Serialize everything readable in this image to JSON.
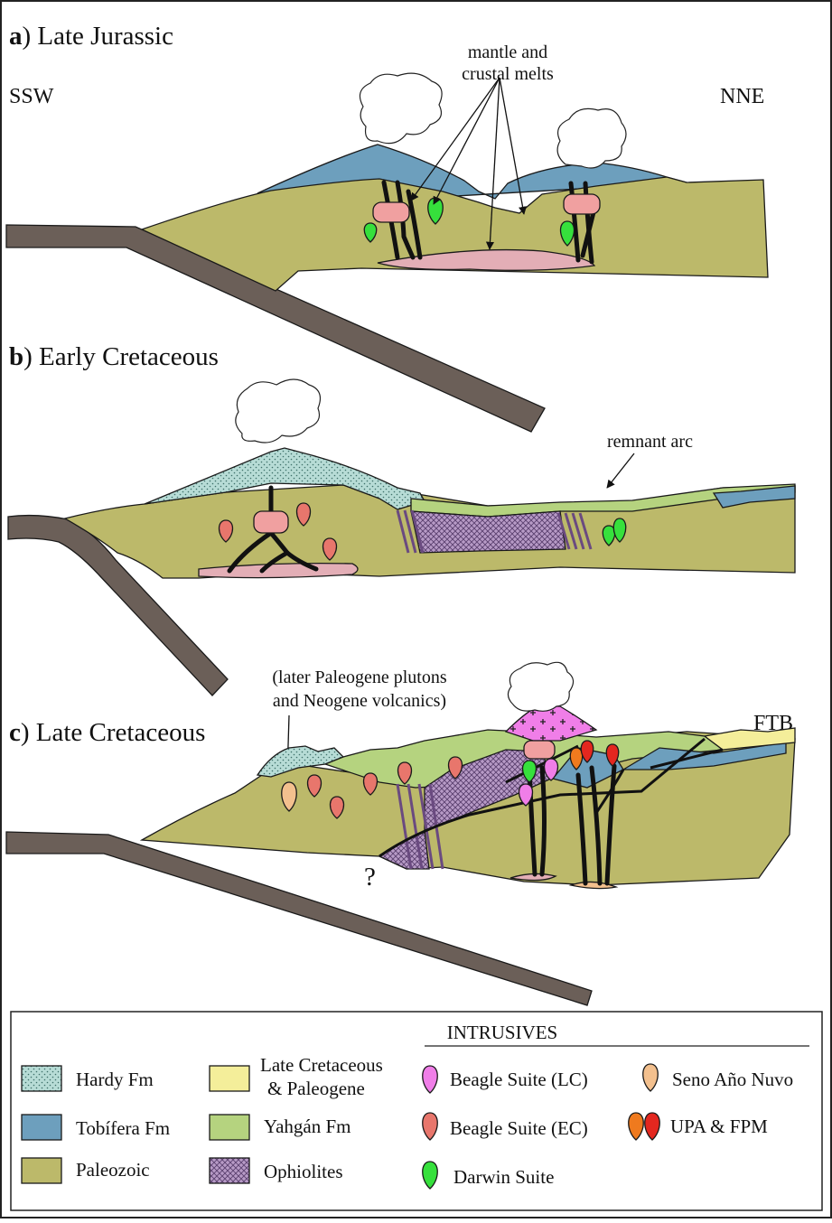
{
  "panels": {
    "a": {
      "letter": "a",
      "title": ") Late Jurassic",
      "left_dir": "SSW",
      "right_dir": "NNE",
      "note_line1": "mantle and",
      "note_line2": "crustal melts"
    },
    "b": {
      "letter": "b",
      "title": ") Early Cretaceous",
      "note": "remnant arc"
    },
    "c": {
      "letter": "c",
      "title": ") Late Cretaceous",
      "note_line1": "(later Paleogene plutons",
      "note_line2": "and Neogene volcanics)",
      "right_label": "FTB",
      "question": "?"
    }
  },
  "legend": {
    "intrusives_header": "INTRUSIVES",
    "units": [
      {
        "label": "Hardy Fm",
        "color": "#b7dcd6"
      },
      {
        "label": "Tobífera Fm",
        "color": "#6d9fbd"
      },
      {
        "label": "Paleozoic",
        "color": "#bcb96a"
      },
      {
        "label_line1": "Late Cretaceous",
        "label_line2": "& Paleogene",
        "color": "#f4ee9a"
      },
      {
        "label": "Yahgán Fm",
        "color": "#b5d37f"
      },
      {
        "label": "Ophiolites",
        "color": "#b79ac6"
      }
    ],
    "intrusives": [
      {
        "label": "Beagle Suite (LC)",
        "color": "#f07ee8"
      },
      {
        "label": "Beagle Suite (EC)",
        "color": "#e8766c"
      },
      {
        "label": "Darwin Suite",
        "color": "#36e03c"
      },
      {
        "label": "Seno Año Nuvo",
        "color": "#f3c08e"
      },
      {
        "label": "UPA & FPM",
        "colors": [
          "#ef7a1e",
          "#e3271f"
        ]
      }
    ]
  },
  "colors": {
    "slab": "#6b5f58",
    "paleozoic": "#bcb96a",
    "tobifera": "#6d9fbd",
    "yahgan": "#b5d37f",
    "hardy": "#b7dcd6",
    "late_cret": "#f4ee9a",
    "ophiolite": "#b79ac6",
    "magma_chamber": "#f0a0a0",
    "melt_lens": "#e3aeb6",
    "darwin": "#36e03c",
    "beagle_ec": "#e8766c",
    "beagle_lc": "#f07ee8",
    "seno": "#f3c08e",
    "upa": "#ef7a1e",
    "fpm": "#e3271f"
  }
}
